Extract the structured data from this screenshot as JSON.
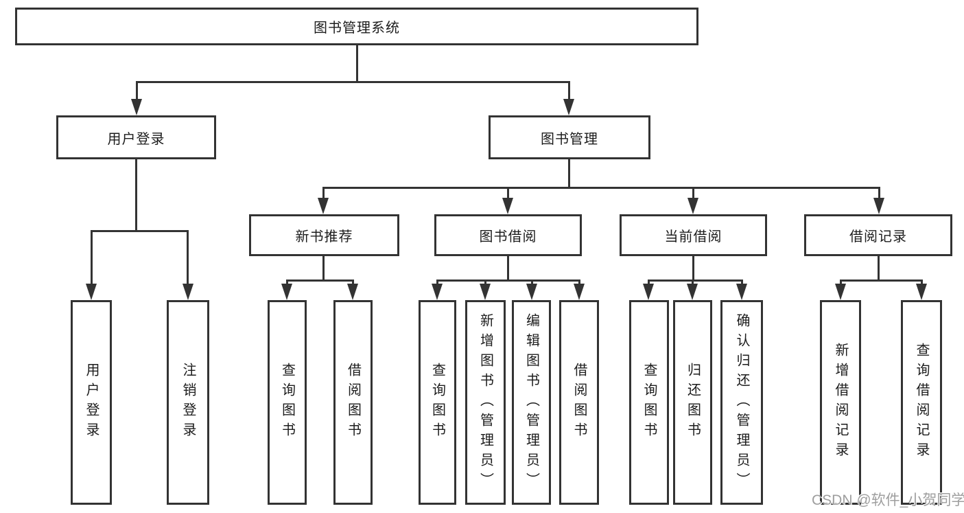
{
  "diagram": {
    "title": "图书管理系统",
    "root": {
      "label": "图书管理系统"
    },
    "level2": [
      {
        "label": "用户登录"
      },
      {
        "label": "图书管理"
      }
    ],
    "level3": [
      {
        "label": "新书推荐",
        "parent": "图书管理"
      },
      {
        "label": "图书借阅",
        "parent": "图书管理"
      },
      {
        "label": "当前借阅",
        "parent": "图书管理"
      },
      {
        "label": "借阅记录",
        "parent": "图书管理"
      }
    ],
    "leaves": [
      {
        "label": "用户登录",
        "parent": "用户登录"
      },
      {
        "label": "注销登录",
        "parent": "用户登录"
      },
      {
        "label": "查询图书",
        "parent": "新书推荐"
      },
      {
        "label": "借阅图书",
        "parent": "新书推荐"
      },
      {
        "label": "查询图书",
        "parent": "图书借阅"
      },
      {
        "label": "新增图书（管理员）",
        "parent": "图书借阅"
      },
      {
        "label": "编辑图书（管理员）",
        "parent": "图书借阅"
      },
      {
        "label": "借阅图书",
        "parent": "图书借阅"
      },
      {
        "label": "查询图书",
        "parent": "当前借阅"
      },
      {
        "label": "归还图书",
        "parent": "当前借阅"
      },
      {
        "label": "确认归还（管理员）",
        "parent": "当前借阅"
      },
      {
        "label": "新增借阅记录",
        "parent": "借阅记录"
      },
      {
        "label": "查询借阅记录",
        "parent": "借阅记录"
      }
    ],
    "watermark": "CSDN @软件_小贺同学",
    "colors": {
      "line": "#333333",
      "text": "#1c1c1c",
      "watermark": "#9e9e9e",
      "background": "#ffffff"
    }
  }
}
